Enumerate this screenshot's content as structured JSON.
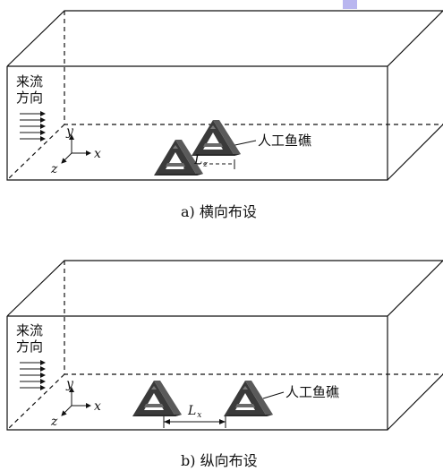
{
  "panel_a": {
    "flow_label_line1": "来流",
    "flow_label_line2": "方向",
    "axis_x": "x",
    "axis_y": "y",
    "axis_z": "z",
    "spacing_label": "L",
    "spacing_subscript": "z",
    "reef_label": "人工鱼礁",
    "caption": "a) 横向布设"
  },
  "panel_b": {
    "flow_label_line1": "来流",
    "flow_label_line2": "方向",
    "axis_x": "x",
    "axis_y": "y",
    "axis_z": "z",
    "spacing_label": "L",
    "spacing_subscript": "x",
    "reef_label": "人工鱼礁",
    "caption": "b) 纵向布设"
  },
  "colors": {
    "line": "#111111",
    "reef_dark": "#3a3a3a",
    "reef_light": "#6a6a6a",
    "corner_accent": "#b9b6ef"
  }
}
